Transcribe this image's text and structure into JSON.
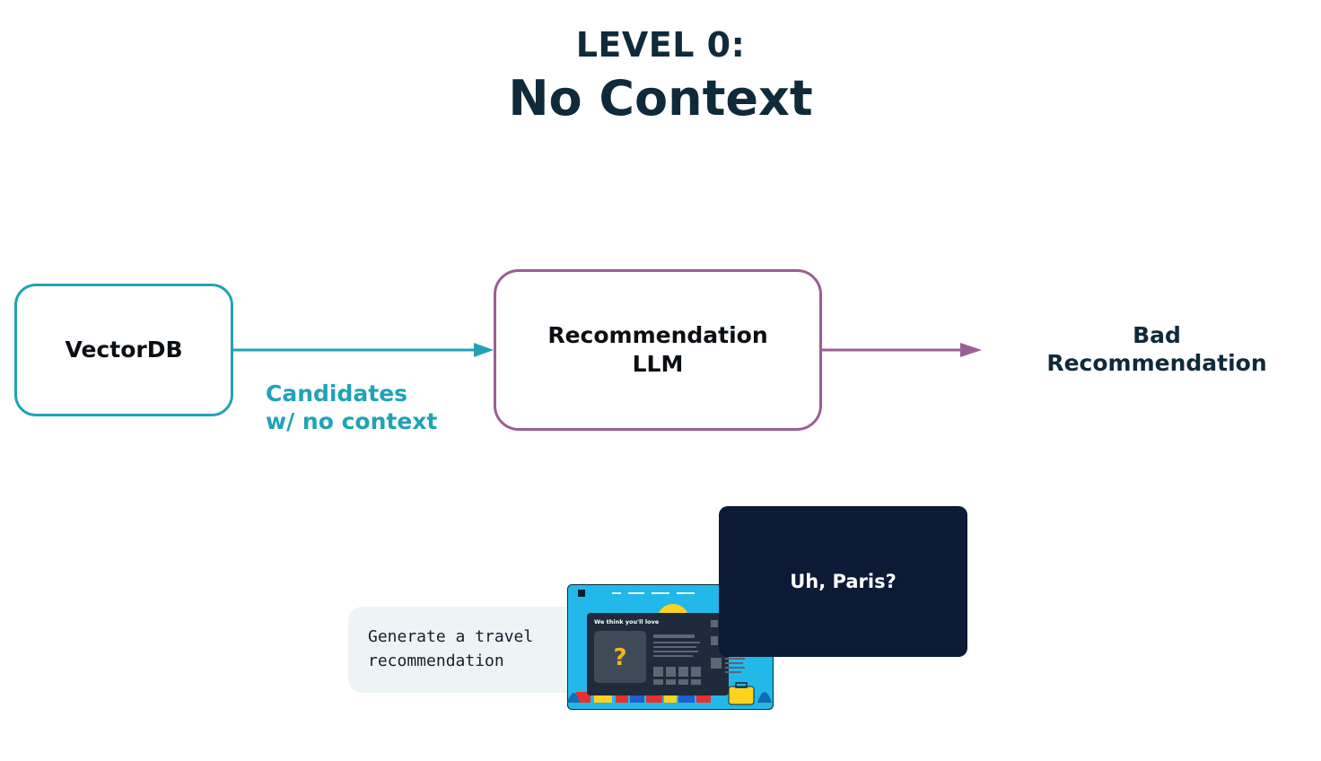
{
  "header": {
    "level": "LEVEL 0:",
    "title": "No Context"
  },
  "nodes": {
    "vectordb": "VectorDB",
    "llm_line1": "Recommendation",
    "llm_line2": "LLM"
  },
  "edges": {
    "candidates_line1": "Candidates",
    "candidates_line2": "w/ no context"
  },
  "output": {
    "line1": "Bad",
    "line2": "Recommendation"
  },
  "example": {
    "prompt_line1": "Generate a travel",
    "prompt_line2": "recommendation",
    "screen_heading": "We think you'll love",
    "screen_mark": "?",
    "reply": "Uh, Paris?"
  },
  "colors": {
    "teal": "#1fa3b8",
    "purple": "#9a5f93",
    "navy": "#0c1a36",
    "title": "#0f2a3a"
  }
}
